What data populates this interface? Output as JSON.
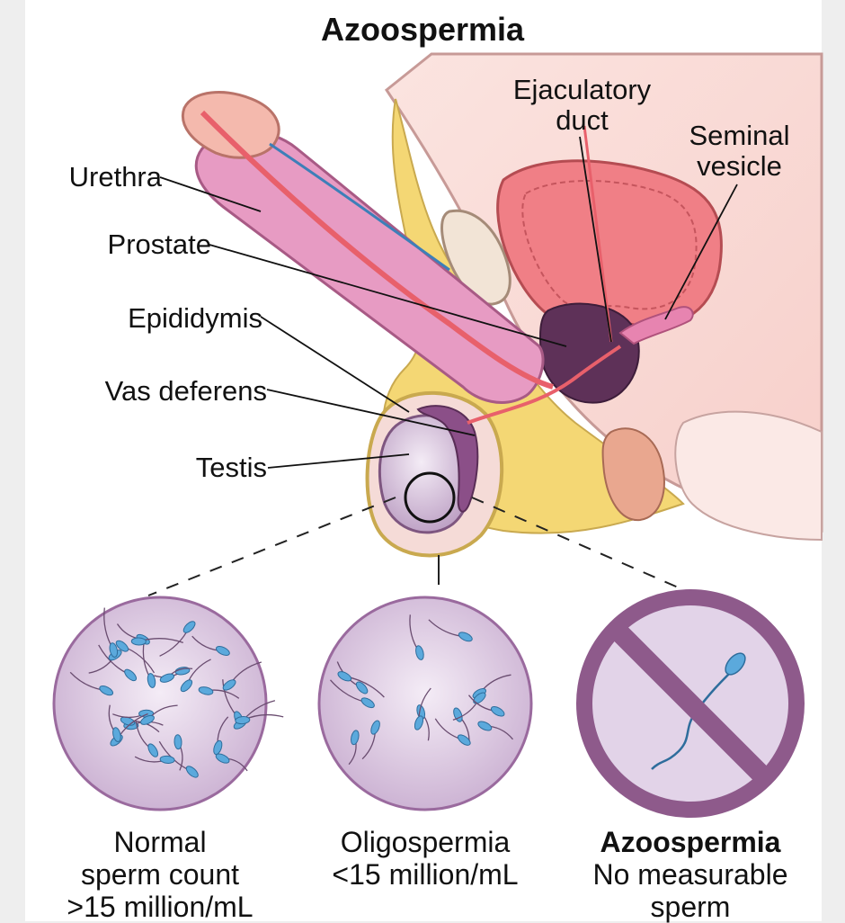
{
  "title": "Azoospermia",
  "labels": {
    "urethra": "Urethra",
    "prostate": "Prostate",
    "epididymis": "Epididymis",
    "vas_deferens": "Vas deferens",
    "testis": "Testis",
    "ejaculatory_duct": [
      "Ejaculatory",
      "duct"
    ],
    "seminal_vesicle": [
      "Seminal",
      "vesicle"
    ]
  },
  "panels": [
    {
      "lines": [
        "Normal",
        "sperm count",
        ">15 million/mL"
      ],
      "bold_first": false
    },
    {
      "lines": [
        "Oligospermia",
        "<15 million/mL"
      ],
      "bold_first": false
    },
    {
      "lines": [
        "Azoospermia",
        "No measurable",
        "sperm"
      ],
      "bold_first": true
    }
  ],
  "colors": {
    "penis": "#e79bc3",
    "glans": "#f4b9ad",
    "bladder": "#f07f86",
    "prostate": "#5e3158",
    "fat": "#f4d774",
    "skin": "#f6c9c4",
    "urethra": "#e8606b",
    "testis": "#d8c0dc",
    "circle_fill": "#e2d3e8",
    "circle_rim": "#9a6a9e",
    "sperm_head": "#5ba9dc",
    "prohibit": "#8e5a8b"
  }
}
